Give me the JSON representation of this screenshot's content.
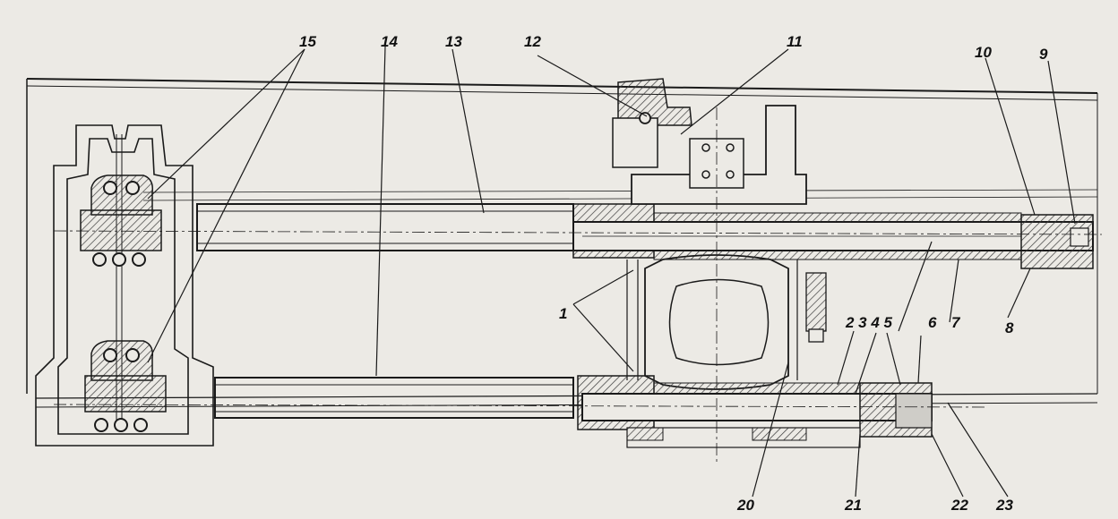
{
  "labels": {
    "l1": "1",
    "l2345": "2 3 4 5",
    "l6": "6",
    "l7": "7",
    "l8": "8",
    "l9": "9",
    "l10": "10",
    "l11": "11",
    "l12": "12",
    "l13": "13",
    "l14": "14",
    "l15": "15",
    "l20": "20",
    "l21": "21",
    "l22": "22",
    "l23": "23"
  },
  "colors": {
    "ink": "#1a1a1a",
    "paper": "#eceae5",
    "hatch": "#5a5a5a"
  }
}
